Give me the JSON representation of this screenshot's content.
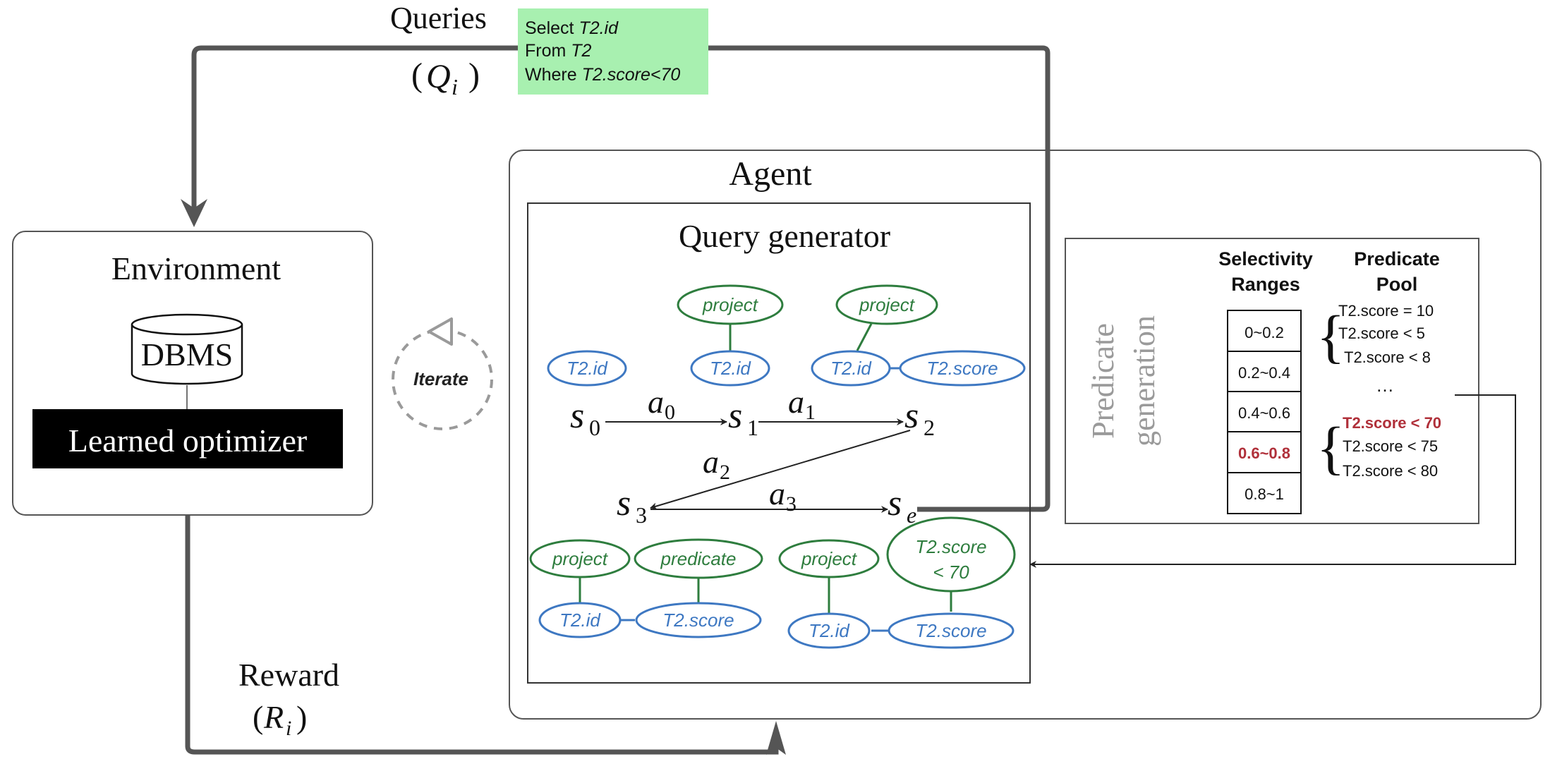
{
  "colors": {
    "green": "#2e7d3e",
    "blue": "#3e78c2",
    "red": "#b0303a",
    "gray": "#6a6a6a",
    "dashed": "#9a9a9a",
    "query_bg": "#a8f0b0",
    "black": "#000000"
  },
  "queries": {
    "label": "Queries",
    "var": "Q",
    "sub": "i",
    "sql": {
      "select_kw": "Select ",
      "select_val": "T2.id",
      "from_kw": "From ",
      "from_val": "T2",
      "where_kw": "Where ",
      "where_val": "T2.score<70"
    }
  },
  "environment": {
    "title": "Environment",
    "dbms": "DBMS",
    "optimizer": "Learned optimizer"
  },
  "iterate": {
    "label": "Iterate"
  },
  "reward": {
    "label": "Reward",
    "var": "R",
    "sub": "i"
  },
  "agent": {
    "title": "Agent",
    "generator_title": "Query generator",
    "nodes": {
      "t2id": "T2.id",
      "project": "project",
      "t2score": "T2.score",
      "predicate": "predicate",
      "pred_line1": "T2.score",
      "pred_line2": "< 70"
    },
    "states": {
      "s0": {
        "base": "s",
        "sub": "0"
      },
      "s1": {
        "base": "s",
        "sub": "1"
      },
      "s2": {
        "base": "s",
        "sub": "2"
      },
      "s3": {
        "base": "s",
        "sub": "3"
      },
      "se": {
        "base": "s",
        "sub": "e"
      }
    },
    "actions": {
      "a0": {
        "base": "a",
        "sub": "0"
      },
      "a1": {
        "base": "a",
        "sub": "1"
      },
      "a2": {
        "base": "a",
        "sub": "2"
      },
      "a3": {
        "base": "a",
        "sub": "3"
      }
    }
  },
  "predicate_generation": {
    "label_line1": "Predicate",
    "label_line2": "generation",
    "col_ranges_line1": "Selectivity",
    "col_ranges_line2": "Ranges",
    "col_pool_line1": "Predicate",
    "col_pool_line2": "Pool",
    "ranges": [
      "0~0.2",
      "0.2~0.4",
      "0.4~0.6",
      "0.6~0.8",
      "0.8~1"
    ],
    "highlight_range": "0.6~0.8",
    "pool_group1": [
      "T2.score = 10",
      "T2.score < 5",
      "T2.score < 8"
    ],
    "ellipsis": "…",
    "pool_group2_highlight": "T2.score < 70",
    "pool_group2": [
      "T2.score < 75",
      "T2.score < 80"
    ]
  }
}
